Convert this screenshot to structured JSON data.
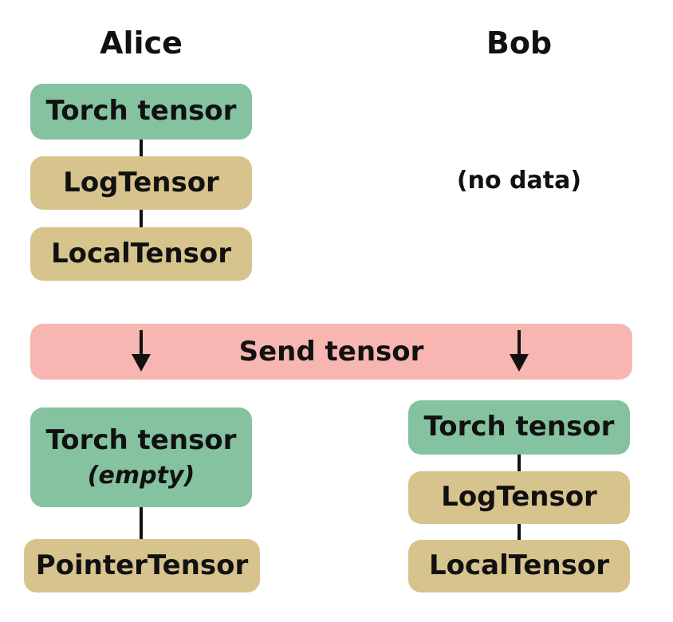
{
  "columns": {
    "alice": "Alice",
    "bob": "Bob"
  },
  "before": {
    "alice_stack": [
      "Torch tensor",
      "LogTensor",
      "LocalTensor"
    ],
    "bob_note": "(no data)"
  },
  "transfer": {
    "label": "Send tensor"
  },
  "after": {
    "alice_top": "Torch tensor",
    "alice_top_note": "(empty)",
    "alice_bottom": "PointerTensor",
    "bob_stack": [
      "Torch tensor",
      "LogTensor",
      "LocalTensor"
    ]
  },
  "colors": {
    "torch": "#84c2a0",
    "tensor_type": "#d7c38c",
    "transfer": "#f7b6b2",
    "text": "#111111"
  }
}
